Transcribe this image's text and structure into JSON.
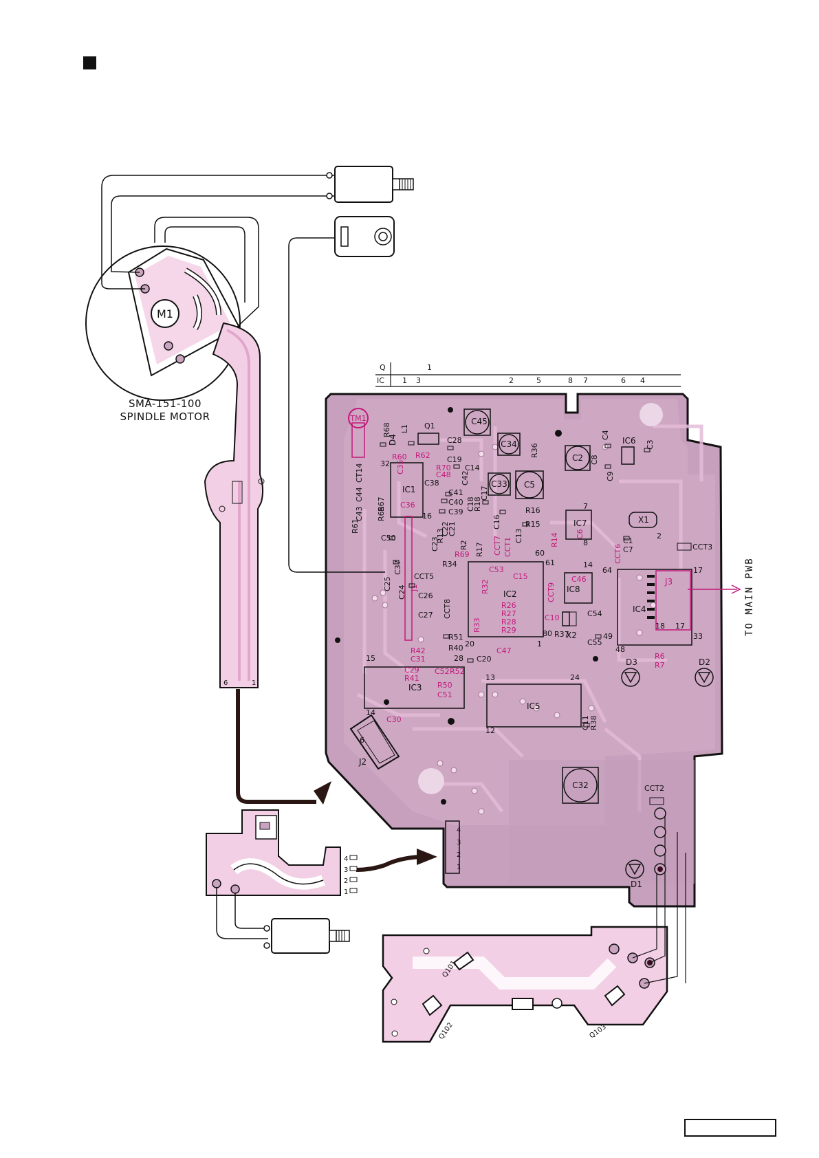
{
  "page": {
    "spindle_motor_model": "SMA-151-100",
    "spindle_motor_name": "SPINDLE MOTOR",
    "to_main_pwb": "TO MAIN PWB",
    "motor_badge": "M1",
    "test_point_badge": "TM1"
  },
  "colors": {
    "board": "#c9a3bf",
    "trace": "#e8b4d6",
    "silk_magenta": "#c2187a",
    "outline": "#111111"
  },
  "index_table": {
    "row_q_label": "Q",
    "row_ic_label": "IC",
    "q_values": [
      "1"
    ],
    "ic_values": [
      "1",
      "3",
      "2",
      "5",
      "8",
      "7",
      "6",
      "4"
    ]
  },
  "components": {
    "large_caps": [
      "C45",
      "C34",
      "C2",
      "C33",
      "C5",
      "C32"
    ],
    "ics": [
      "IC1",
      "IC2",
      "IC3",
      "IC4",
      "IC5",
      "IC6",
      "IC7",
      "IC8"
    ],
    "connectors": [
      "J1",
      "J2",
      "J3"
    ],
    "crystals": [
      "X1",
      "X2"
    ],
    "diodes": [
      "D1",
      "D2",
      "D3",
      "D4"
    ],
    "transistors": [
      "Q1",
      "Q101",
      "Q102",
      "Q103"
    ],
    "connector_pins": [
      "4",
      "3",
      "2",
      "1"
    ],
    "flex_pins": [
      "6",
      "1"
    ],
    "small_black": [
      "R68",
      "L1",
      "C28",
      "C19",
      "C14",
      "C38",
      "C42",
      "C41",
      "C40",
      "C39",
      "C17",
      "C18",
      "R18",
      "C16",
      "R16",
      "R15",
      "C13",
      "C22",
      "C21",
      "R13",
      "C23",
      "R2",
      "R17",
      "R34",
      "C4",
      "C3",
      "C8",
      "C9",
      "C1",
      "C7",
      "CCT3",
      "R36",
      "C50",
      "CT14",
      "C44",
      "C43",
      "R67",
      "R61",
      "R65",
      "C37",
      "C25",
      "C24",
      "CCT5",
      "C26",
      "C27",
      "CCT8",
      "R51",
      "R40",
      "C20",
      "C54",
      "C55",
      "R37",
      "C11",
      "R38",
      "CCT2"
    ],
    "small_magenta": [
      "R60",
      "R62",
      "C35",
      "R70",
      "C48",
      "C36",
      "CCT6",
      "R14",
      "C6",
      "CCT7",
      "CCT1",
      "R69",
      "C53",
      "C15",
      "C46",
      "R32",
      "R26",
      "R27",
      "R28",
      "R29",
      "CCT9",
      "C10",
      "R33",
      "C47",
      "R42",
      "C31",
      "C29",
      "R41",
      "C52",
      "R52",
      "R50",
      "C51",
      "C30",
      "R6",
      "R7"
    ],
    "pin_numbers": [
      "32",
      "16",
      "80",
      "61",
      "20",
      "1",
      "60",
      "64",
      "17",
      "48",
      "49",
      "33",
      "15",
      "14",
      "13",
      "24",
      "12",
      "28",
      "14",
      "8",
      "7",
      "2",
      "18",
      "17",
      "6"
    ]
  }
}
